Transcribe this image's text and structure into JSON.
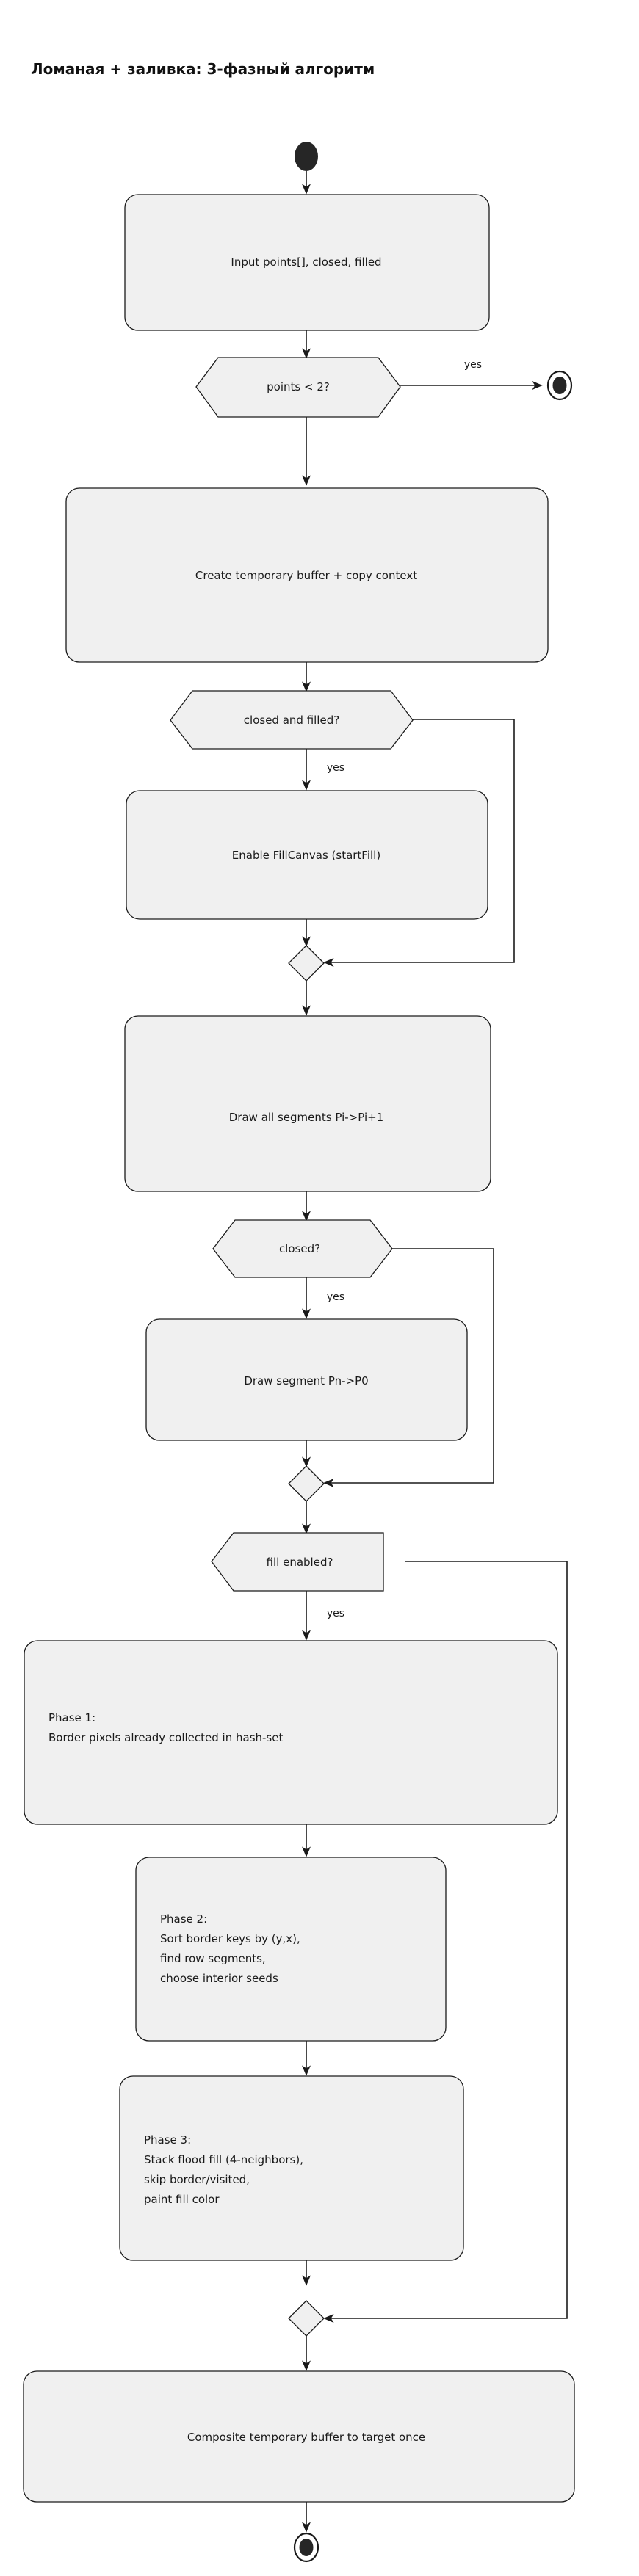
{
  "diagram": {
    "title": "Ломаная + заливка: 3-фазный алгоритм",
    "type": "flowchart",
    "orientation": "top-to-bottom",
    "colors": {
      "node_fill": "#f0f0f0",
      "node_stroke": "#1a1a1a",
      "edge_stroke": "#1a1a1a",
      "terminal_fill": "#262626",
      "background": "#ffffff",
      "text": "#1a1a1a"
    },
    "nodes": {
      "start": {
        "kind": "start-terminal",
        "label": ""
      },
      "input": {
        "kind": "action",
        "label": "Input points[], closed, filled"
      },
      "check_points": {
        "kind": "decision",
        "label": "points < 2?"
      },
      "end_early": {
        "kind": "end-terminal",
        "label": ""
      },
      "create_buffer": {
        "kind": "action",
        "label": "Create temporary buffer + copy context"
      },
      "closed_and_filled": {
        "kind": "decision",
        "label": "closed and filled?"
      },
      "enable_fill": {
        "kind": "action",
        "label": "Enable FillCanvas (startFill)"
      },
      "merge_fill": {
        "kind": "merge",
        "label": ""
      },
      "draw_segments": {
        "kind": "action",
        "label": "Draw all segments Pi->Pi+1"
      },
      "closed": {
        "kind": "decision",
        "label": "closed?"
      },
      "draw_closing": {
        "kind": "action",
        "label": "Draw segment Pn->P0"
      },
      "merge_closed": {
        "kind": "merge",
        "label": ""
      },
      "fill_enabled": {
        "kind": "decision",
        "label": "fill enabled?"
      },
      "phase1": {
        "kind": "action",
        "align": "left",
        "lines": [
          "Phase 1:",
          "Border pixels already collected in hash-set"
        ]
      },
      "phase2": {
        "kind": "action",
        "align": "left",
        "lines": [
          "Phase 2:",
          "Sort border keys by (y,x),",
          "find row segments,",
          "choose interior seeds"
        ]
      },
      "phase3": {
        "kind": "action",
        "align": "left",
        "lines": [
          "Phase 3:",
          "Stack flood fill (4-neighbors),",
          "skip border/visited,",
          "paint fill color"
        ]
      },
      "merge_fill_done": {
        "kind": "merge",
        "label": ""
      },
      "composite": {
        "kind": "action",
        "label": "Composite temporary buffer to target once"
      },
      "end_final": {
        "kind": "end-terminal",
        "label": ""
      }
    },
    "edge_labels": {
      "points_yes": "yes",
      "closed_filled_yes": "yes",
      "closed_yes": "yes",
      "fill_enabled_yes": "yes"
    }
  }
}
